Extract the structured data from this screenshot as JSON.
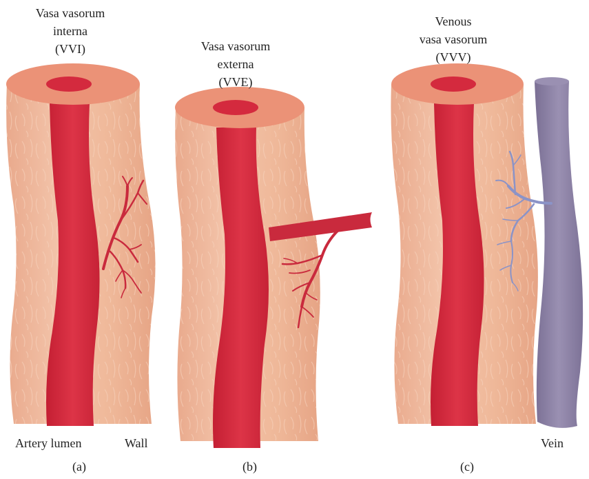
{
  "labels": {
    "vvi": [
      "Vasa vasorum",
      "interna",
      "(VVI)"
    ],
    "vve": [
      "Vasa vasorum",
      "externa",
      "(VVE)"
    ],
    "vvv": [
      "Venous",
      "vasa vasorum",
      "(VVV)"
    ],
    "artery_lumen": "Artery lumen",
    "wall": "Wall",
    "vein": "Vein",
    "panel_a": "(a)",
    "panel_b": "(b)",
    "panel_c": "(c)"
  },
  "colors": {
    "wall": "#efb89c",
    "wall_shade": "#e8a98c",
    "wall_top": "#eb9277",
    "lumen": "#d5273a",
    "lumen_light": "#e04557",
    "vessel_red": "#c92a3d",
    "vein": "#8e82a6",
    "vein_dark": "#7c7196",
    "venous_branch": "#8b93c7"
  }
}
